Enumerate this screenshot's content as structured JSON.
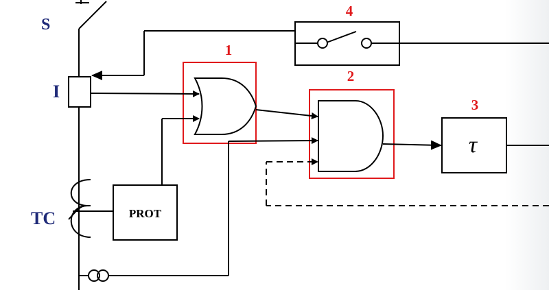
{
  "labels": {
    "switch": "S",
    "current_input": "I",
    "current_transformer": "TC",
    "protection_block": "PROT",
    "delay_block": "τ"
  },
  "block_numbers": {
    "or_gate": "1",
    "and_gate": "2",
    "delay": "3",
    "contact": "4"
  },
  "colors": {
    "highlight_box": "#e0191b",
    "side_labels": "#1f2a78",
    "lines": "#000000"
  }
}
